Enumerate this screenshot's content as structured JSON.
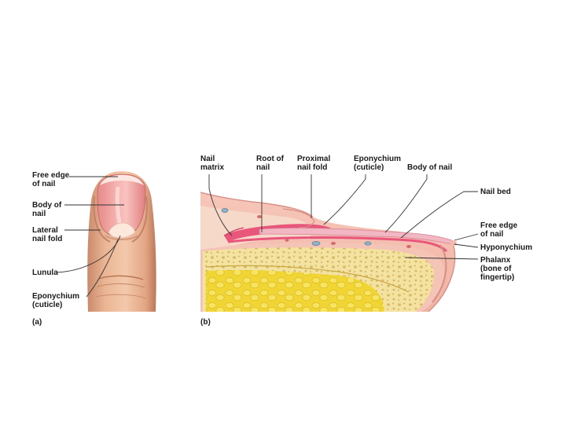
{
  "panel_a": {
    "tag": "(a)",
    "labels": {
      "free_edge": "Free edge\nof nail",
      "body": "Body of\nnail",
      "lateral_fold": "Lateral\nnail fold",
      "lunula": "Lunula",
      "eponychium": "Eponychium\n(cuticle)"
    }
  },
  "panel_b": {
    "tag": "(b)",
    "labels": {
      "nail_matrix": "Nail\nmatrix",
      "root": "Root of\nnail",
      "proximal_fold": "Proximal\nnail fold",
      "eponychium": "Eponychium\n(cuticle)",
      "body": "Body of nail",
      "nail_bed": "Nail bed",
      "free_edge": "Free edge\nof nail",
      "hyponychium": "Hyponychium",
      "phalanx": "Phalanx\n(bone of\nfingertip)"
    }
  }
}
